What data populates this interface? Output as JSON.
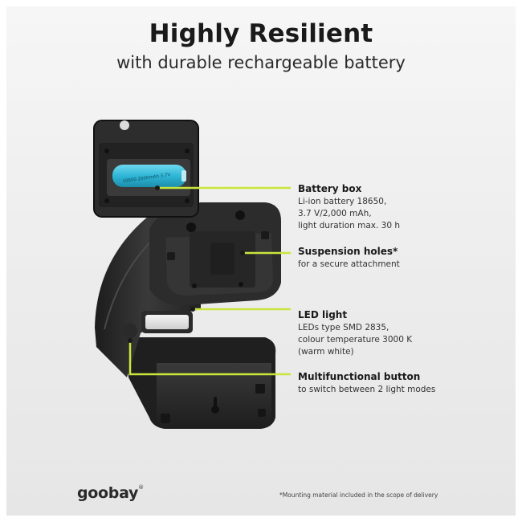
{
  "header": {
    "title": "Highly Resilient",
    "subtitle": "with durable rechargeable battery"
  },
  "features": [
    {
      "title": "Battery box",
      "lines": [
        "Li-ion battery 18650,",
        "3.7 V/2,000 mAh,",
        "light duration max. 30 h"
      ]
    },
    {
      "title": "Suspension holes*",
      "lines": [
        "for a secure attachment"
      ]
    },
    {
      "title": "LED light",
      "lines": [
        "LEDs type SMD 2835,",
        "colour temperature 3000 K",
        "(warm white)"
      ]
    },
    {
      "title": "Multifunctional button",
      "lines": [
        "to switch between 2 light modes"
      ]
    }
  ],
  "battery_label": "18650 2000mAh 3.7V",
  "brand": {
    "name": "goobay",
    "mark": "®"
  },
  "footnote": "*Mounting material included in the scope of delivery",
  "colors": {
    "callout": "#c8e63c",
    "battery": "#2fb6d6",
    "device": "#2b2b2b",
    "background": "#efefef"
  }
}
